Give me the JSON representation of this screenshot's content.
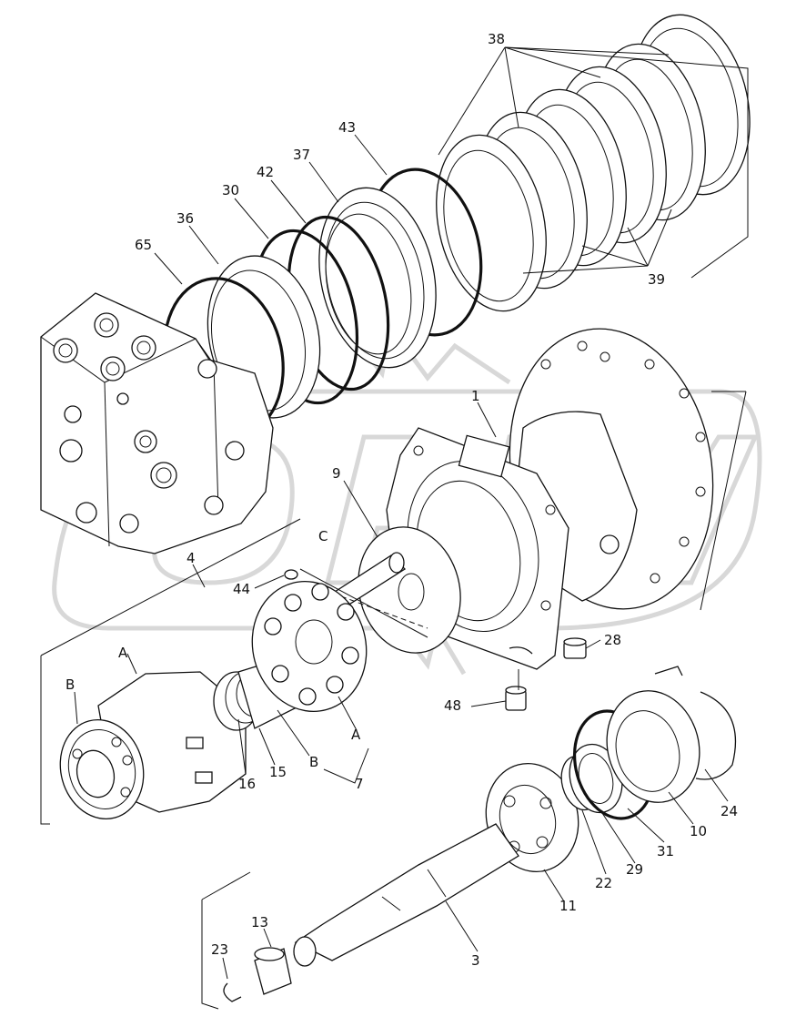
{
  "parts": {
    "p38": "38",
    "p43": "43",
    "p37": "37",
    "p42": "42",
    "p30": "30",
    "p36": "36",
    "p65": "65",
    "p39": "39",
    "p1": "1",
    "p9": "9",
    "pC": "C",
    "p4": "4",
    "p44": "44",
    "p28": "28",
    "pA1": "A",
    "pB1": "B",
    "p16": "16",
    "p15": "15",
    "pB2": "B",
    "pA2": "A",
    "p7": "7",
    "p48": "48",
    "p24": "24",
    "p10": "10",
    "p31": "31",
    "p29": "29",
    "p22": "22",
    "p11": "11",
    "p3": "3",
    "p13": "13",
    "p23": "23"
  },
  "colors": {
    "line": "#111111",
    "watermark": "#d8d8d8",
    "paper": "#ffffff"
  }
}
